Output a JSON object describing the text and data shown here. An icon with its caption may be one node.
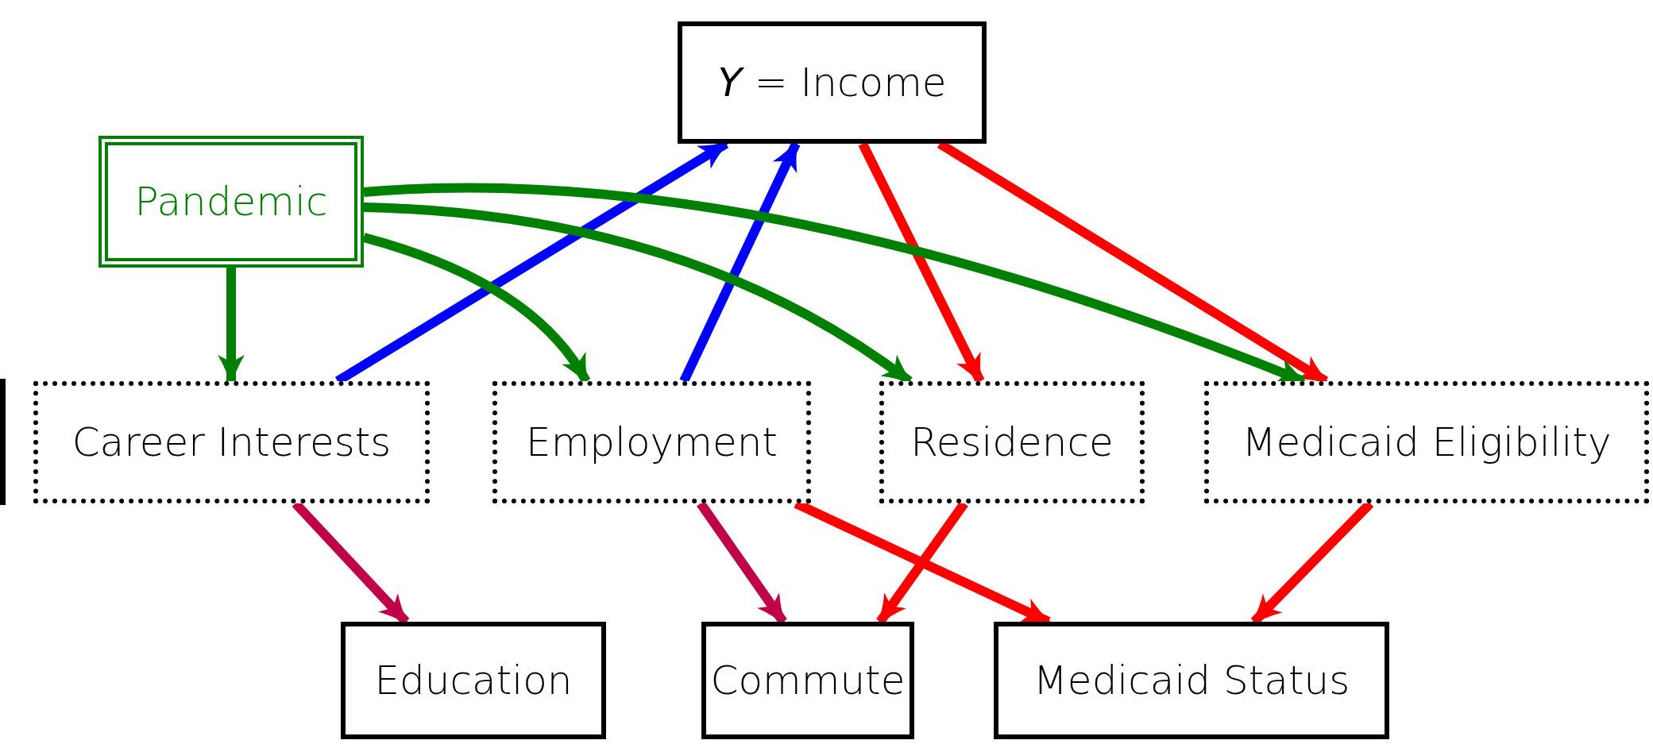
{
  "diagram": {
    "nodes": [
      {
        "text": [
          "*Y* = Income"
        ]
      },
      {
        "text": [
          "Pandemic"
        ]
      },
      {
        "text": [
          "Career Interests"
        ]
      },
      {
        "text": [
          "Employment"
        ]
      },
      {
        "text": [
          "Residence"
        ]
      },
      {
        "text": [
          "Medicaid Eligibility"
        ]
      },
      {
        "text": [
          "Education"
        ]
      },
      {
        "text": [
          "Commute"
        ]
      },
      {
        "text": [
          "Medicaid Status"
        ]
      }
    ],
    "edges": [
      {
        "from": 2,
        "to": 0,
        "arrow": "to",
        "color": "#0000ff"
      },
      {
        "from": 3,
        "to": 0,
        "arrow": "to",
        "color": "#0000ff"
      },
      {
        "from": 0,
        "to": 4,
        "arrow": "to",
        "color": "#ff0000"
      },
      {
        "from": 0,
        "to": 5,
        "arrow": "to",
        "color": "#ff0000"
      },
      {
        "from": 1,
        "to": 2,
        "arrow": "to",
        "color": "#008000"
      },
      {
        "from": 1,
        "to": 3,
        "arrow": "to",
        "color": "#008000"
      },
      {
        "from": 1,
        "to": 4,
        "arrow": "to",
        "color": "#008000"
      },
      {
        "from": 1,
        "to": 5,
        "arrow": "to",
        "color": "#008000"
      },
      {
        "from": 2,
        "to": 6,
        "arrow": "to",
        "color": "#c00048"
      },
      {
        "from": 3,
        "to": 7,
        "arrow": "to",
        "color": "#c00048"
      },
      {
        "from": 3,
        "to": 8,
        "arrow": "to",
        "color": "#ff0000"
      },
      {
        "from": 4,
        "to": 7,
        "arrow": "to",
        "color": "#ff0000"
      },
      {
        "from": 5,
        "to": 8,
        "arrow": "to",
        "color": "#ff0000"
      }
    ]
  }
}
